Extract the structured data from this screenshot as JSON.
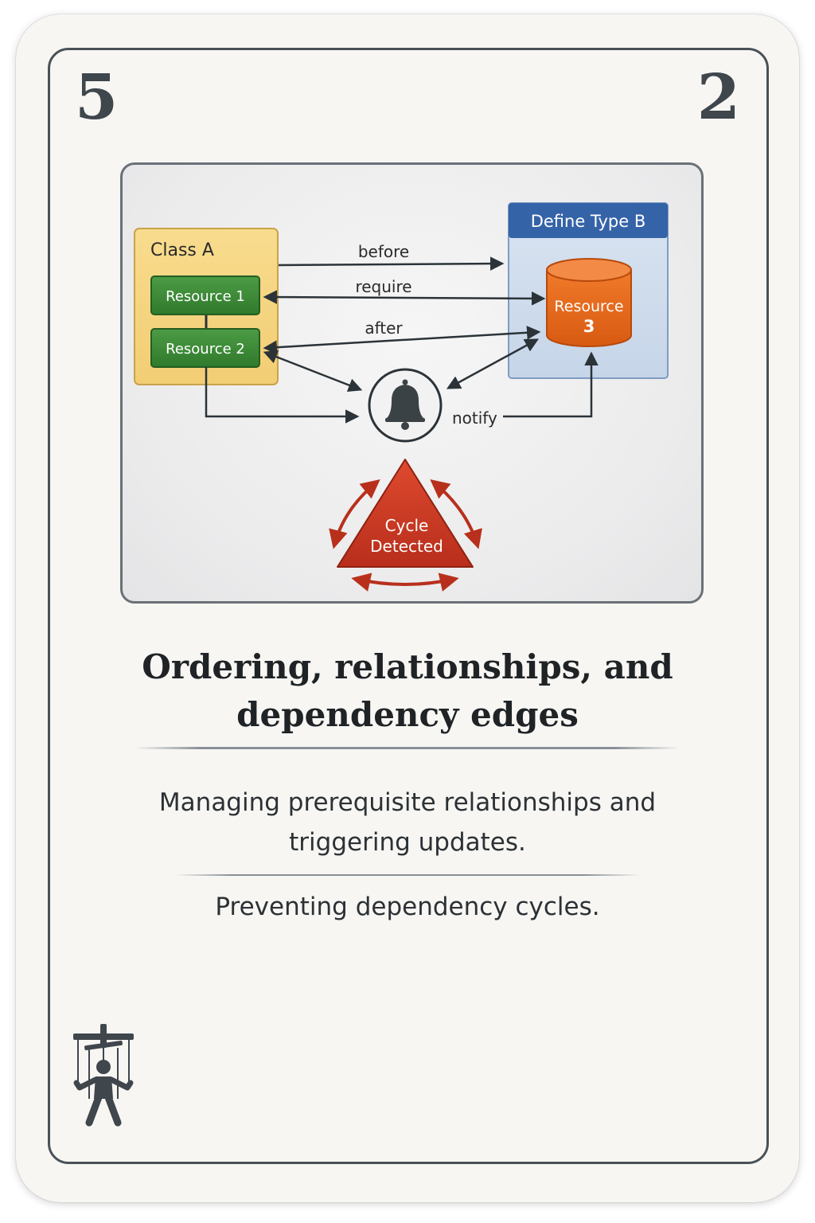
{
  "card": {
    "rank_left": "5",
    "rank_right": "2",
    "title": "Ordering, relationships, and dependency edges",
    "description": "Managing prerequisite relationships and triggering updates.",
    "note": "Preventing dependency cycles.",
    "suit_icon": "marionette-puppet-icon"
  },
  "diagram": {
    "class_a_label": "Class A",
    "resource_1": "Resource 1",
    "resource_2": "Resource 2",
    "define_type_label": "Define Type B",
    "resource_3_line1": "Resource",
    "resource_3_line2": "3",
    "edge_before": "before",
    "edge_require": "require",
    "edge_after": "after",
    "edge_notify": "notify",
    "notify_icon": "bell-icon",
    "cycle_line1": "Cycle",
    "cycle_line2": "Detected",
    "colors": {
      "class_box": "#f6d27a",
      "resource_green": "#3f8a3a",
      "define_blue": "#3563a8",
      "resource_orange": "#e86a1e",
      "cycle_red": "#c93a26"
    }
  }
}
